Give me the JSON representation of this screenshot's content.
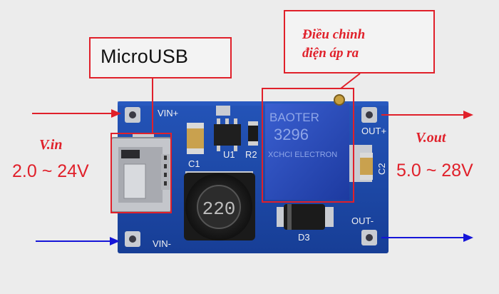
{
  "callouts": {
    "usb_label": "MicroUSB",
    "pot_line1": "Điều chỉnh",
    "pot_line2": "điện áp ra"
  },
  "input": {
    "label": "V.in",
    "range": "2.0 ~ 24V"
  },
  "output": {
    "label": "V.out",
    "range": "5.0 ~ 28V"
  },
  "board": {
    "silkscreen": {
      "vin_plus": "VIN+",
      "vin_minus": "VIN-",
      "out_plus": "OUT+",
      "out_minus": "OUT-",
      "c1": "C1",
      "c2": "C2",
      "u1": "U1",
      "r2": "R2",
      "d3": "D3"
    },
    "inductor_marking": "220",
    "pot_brand": "BAOTER",
    "pot_model": "3296",
    "pot_maker": "XCHCI ELECTRON"
  },
  "colors": {
    "annotation_red": "#e0202a",
    "arrow_blue": "#1515d8",
    "pcb_blue": "#1a3f9a"
  }
}
